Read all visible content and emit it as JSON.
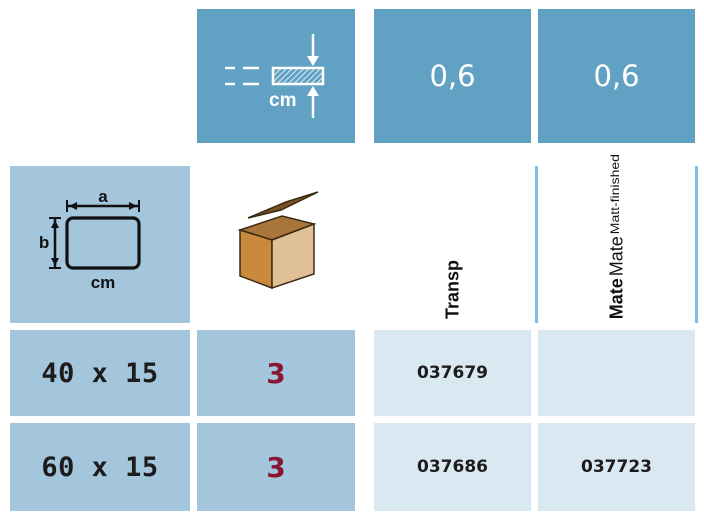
{
  "thickness_header": {
    "icon": "thickness-icon",
    "unit": "cm",
    "values": [
      "0,6",
      "0,6"
    ]
  },
  "size_header": {
    "icon": "dimension-icon",
    "label_a": "a",
    "label_b": "b",
    "unit": "cm"
  },
  "qty_header": {
    "icon": "cardboard-box-icon"
  },
  "columns": {
    "transp": {
      "bold": "Transp"
    },
    "mate": {
      "bold": "Mate",
      "regular": "Mate",
      "small": "Matt-finished"
    }
  },
  "rows": [
    {
      "size": "40 x 15",
      "qty": "3",
      "transp": "037679",
      "mate": ""
    },
    {
      "size": "60 x 15",
      "qty": "3",
      "transp": "037686",
      "mate": "037723"
    }
  ],
  "colors": {
    "dark_blue": "#61a1c4",
    "mid_blue": "#a3c6dd",
    "light_blue": "#dae8f1",
    "accent_line": "#7fc1e3",
    "qty_red": "#8a1631"
  }
}
